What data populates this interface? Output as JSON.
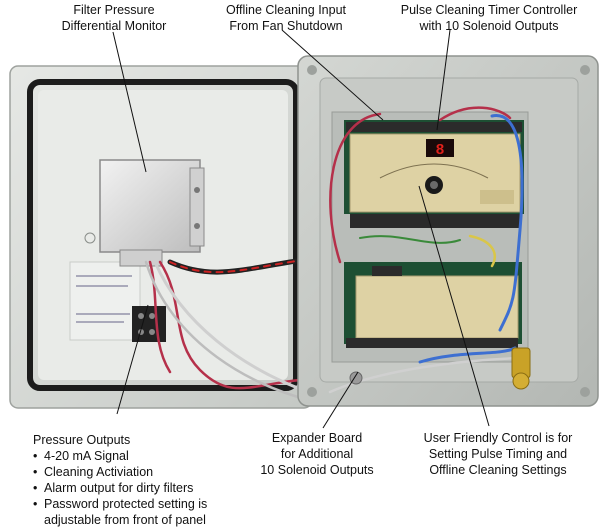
{
  "callouts": {
    "filter_monitor": {
      "line1": "Filter Pressure",
      "line2": "Differential Monitor"
    },
    "offline_input": {
      "line1": "Offline Cleaning Input",
      "line2": "From Fan Shutdown"
    },
    "pulse_controller": {
      "line1": "Pulse Cleaning Timer Controller",
      "line2": "with 10 Solenoid Outputs"
    },
    "pressure_outputs": {
      "title": "Pressure Outputs",
      "bullets": [
        "4-20 mA Signal",
        "Cleaning Activiation",
        "Alarm output for dirty filters",
        "Password protected setting is"
      ],
      "continuation": "adjustable from front of panel"
    },
    "expander_board": {
      "line1": "Expander Board",
      "line2": "for Additional",
      "line3": "10 Solenoid Outputs"
    },
    "user_control": {
      "line1": "User Friendly Control is for",
      "line2": "Setting Pulse Timing and",
      "line3": "Offline Cleaning Settings"
    }
  },
  "display_readout": "8",
  "colors": {
    "enclosure": "#d9dcd8",
    "gasket": "#1c1c1c",
    "board_face": "#ded2a4",
    "led_display": "#e0211b",
    "red_wire": "#b5304a",
    "blue_tube": "#3d6fd1"
  }
}
